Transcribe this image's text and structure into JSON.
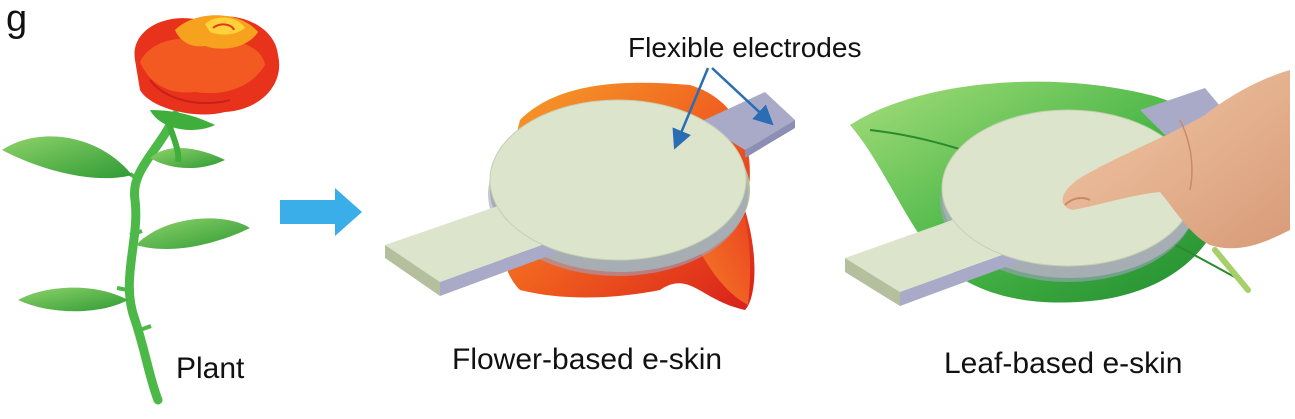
{
  "panel_letter": "g",
  "labels": {
    "plant": "Plant",
    "flower_eskin": "Flower-based e-skin",
    "leaf_eskin": "Leaf-based e-skin",
    "electrodes": "Flexible electrodes"
  },
  "colors": {
    "arrow": "#3aaee8",
    "annotation_arrow": "#2a6db5",
    "electrode_top": "#dce5cc",
    "electrode_side": "#b4bf9d",
    "electrode_bottom": "#a8aac8",
    "stem": "#4cb848",
    "petal_red": "#e8321c",
    "petal_orange": "#f58a1f",
    "leaf_green": "#3fae3a"
  }
}
